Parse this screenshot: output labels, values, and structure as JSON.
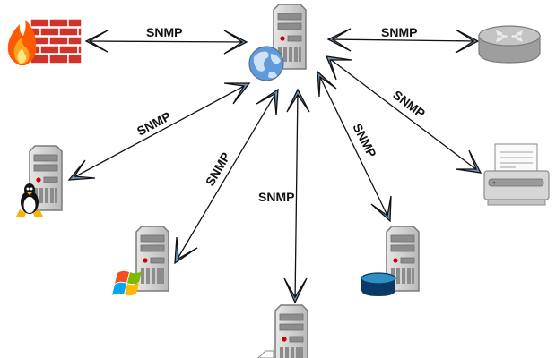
{
  "diagram": {
    "title": "SNMP network monitoring",
    "protocol_label": "SNMP",
    "colors": {
      "arrow_line": "#111111",
      "arrow_head_fill": "#6f8fb0",
      "server_body": "#c9c9c9",
      "server_stroke": "#7a7a7a",
      "server_led": "#cc0000",
      "firewall_brick": "#d0332a",
      "router_body": "#a9a9a9",
      "database_top": "#2f8fc0",
      "database_body": "#0b3a66",
      "globe_ocean": "#5f9bdc"
    },
    "nodes": [
      {
        "id": "manager",
        "label": "Management server (web)",
        "icon": "server-globe-icon"
      },
      {
        "id": "firewall",
        "label": "Firewall",
        "icon": "firewall-icon"
      },
      {
        "id": "router",
        "label": "Router",
        "icon": "router-icon"
      },
      {
        "id": "linux",
        "label": "Linux server",
        "icon": "server-linux-icon"
      },
      {
        "id": "printer",
        "label": "Printer",
        "icon": "printer-icon"
      },
      {
        "id": "windows",
        "label": "Windows server",
        "icon": "server-windows-icon"
      },
      {
        "id": "database",
        "label": "Database server",
        "icon": "server-database-icon"
      },
      {
        "id": "fileserver",
        "label": "Server",
        "icon": "server-icon"
      }
    ],
    "links": [
      {
        "from": "manager",
        "to": "firewall",
        "label": "SNMP",
        "bidirectional": true
      },
      {
        "from": "manager",
        "to": "router",
        "label": "SNMP",
        "bidirectional": true
      },
      {
        "from": "manager",
        "to": "linux",
        "label": "SNMP",
        "bidirectional": true
      },
      {
        "from": "manager",
        "to": "printer",
        "label": "SNMP",
        "bidirectional": true
      },
      {
        "from": "manager",
        "to": "windows",
        "label": "SNMP",
        "bidirectional": true
      },
      {
        "from": "manager",
        "to": "database",
        "label": "SNMP",
        "bidirectional": true
      },
      {
        "from": "manager",
        "to": "fileserver",
        "label": "SNMP",
        "bidirectional": true
      }
    ]
  }
}
